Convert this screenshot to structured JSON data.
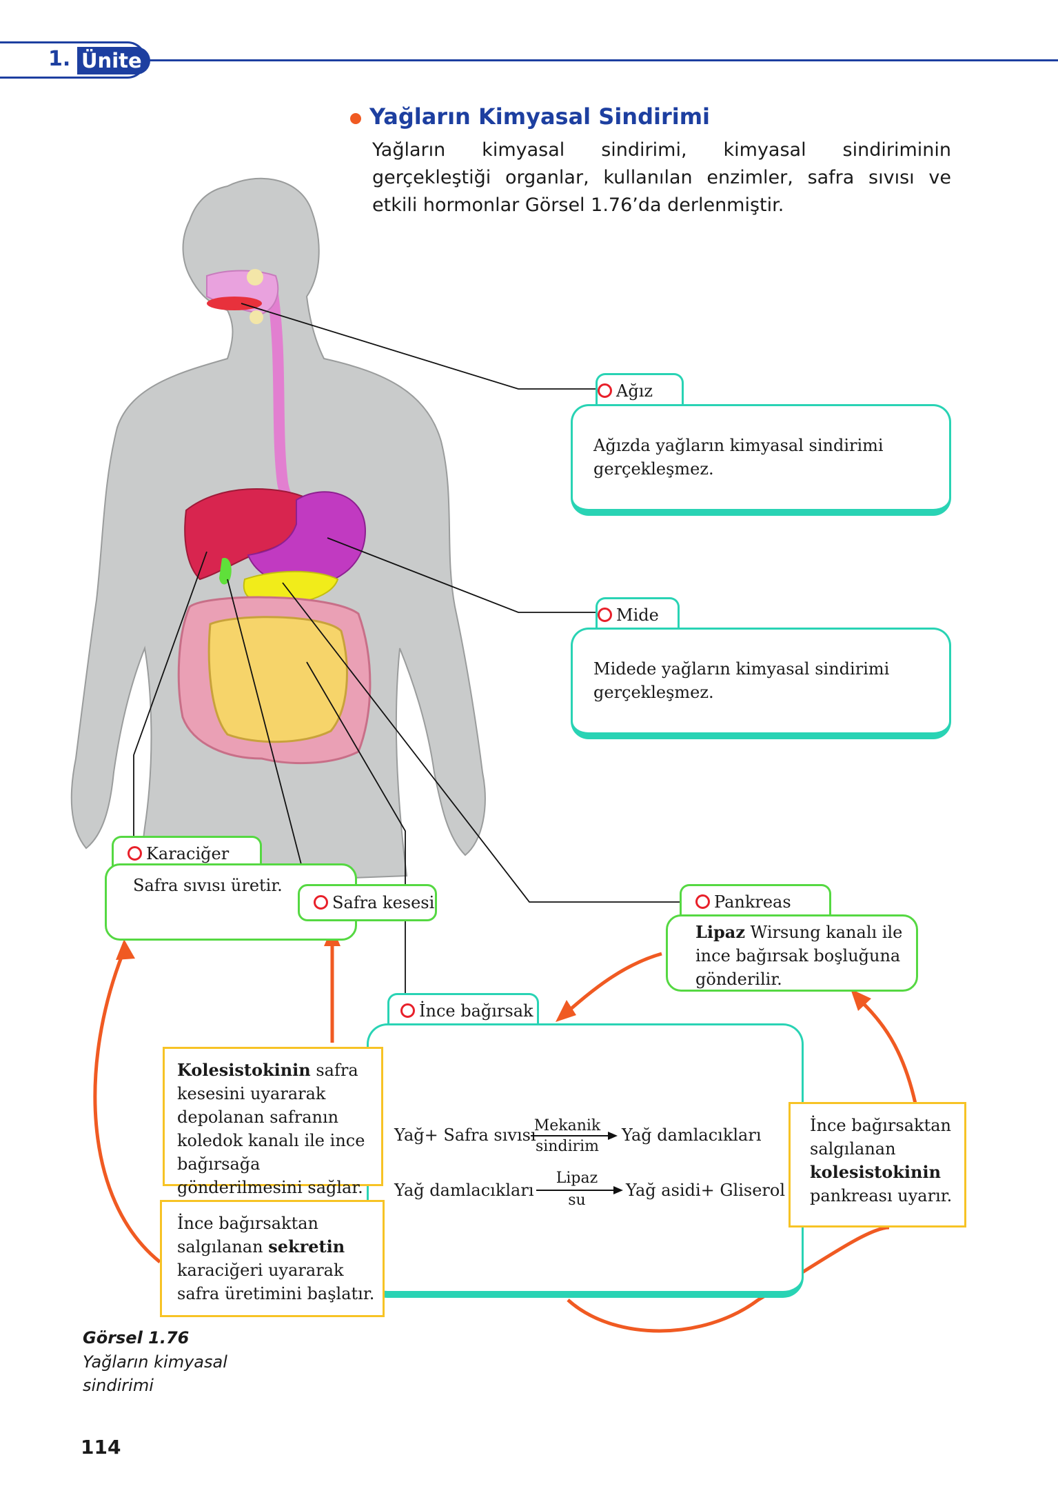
{
  "header": {
    "unit_number": "1.",
    "unit_label": "Ünite"
  },
  "section": {
    "title": "Yağların Kimyasal Sindirimi",
    "intro": "Yağların kimyasal sindirimi, kimyasal sindiriminin gerçekleştiği organlar, kullanılan enzimler, safra sıvısı ve etkili hormonlar Görsel 1.76’da derlenmiştir."
  },
  "organs": {
    "agiz": {
      "label": "Ağız",
      "text": "Ağızda yağların kimyasal sindirimi gerçekleşmez."
    },
    "mide": {
      "label": "Mide",
      "text": "Midede yağların kimyasal sindirimi gerçekleşmez."
    },
    "karaciger": {
      "label": "Karaciğer",
      "text": "Safra sıvısı üretir."
    },
    "safra_kesesi": {
      "label": "Safra kesesi"
    },
    "pankreas": {
      "label": "Pankreas",
      "text_bold": "Lipaz",
      "text_rest": " Wirsung kanalı ile ince bağırsak boşluğuna gönderilir."
    },
    "ince_bagirsak": {
      "label": "İnce bağırsak",
      "eq1_left": "Yağ+ Safra sıvısı",
      "eq1_top": "Mekanik",
      "eq1_bottom": "sindirim",
      "eq1_right": "Yağ damlacıkları",
      "eq2_left": "Yağ damlacıkları",
      "eq2_top": "Lipaz",
      "eq2_bottom": "su",
      "eq2_right": "Yağ asidi+ Gliserol"
    }
  },
  "hormone_notes": {
    "kolesistokinin_safra": {
      "bold": "Kolesistokinin",
      "rest": " safra kesesini uyararak depolanan safranın koledok kanalı ile ince bağırsağa gönderilmesini sağlar."
    },
    "sekretin": {
      "pre": "İnce bağırsaktan salgılanan ",
      "bold": "sekretin",
      "rest": " karaciğeri uyararak safra üretimini başlatır."
    },
    "kolesistokinin_pankreas": {
      "pre": "İnce bağırsaktan salgılanan ",
      "bold": "kolesistokinin",
      "rest": " pankreası uyarır."
    }
  },
  "caption": {
    "title": "Görsel 1.76",
    "text": "Yağların kimyasal sindirimi"
  },
  "page_number": "114",
  "colors": {
    "accent_blue": "#1d3fa0",
    "arrow_orange": "#f05a22",
    "teal": "#29d3b4",
    "green": "#55d842",
    "yellow": "#f7c325"
  }
}
